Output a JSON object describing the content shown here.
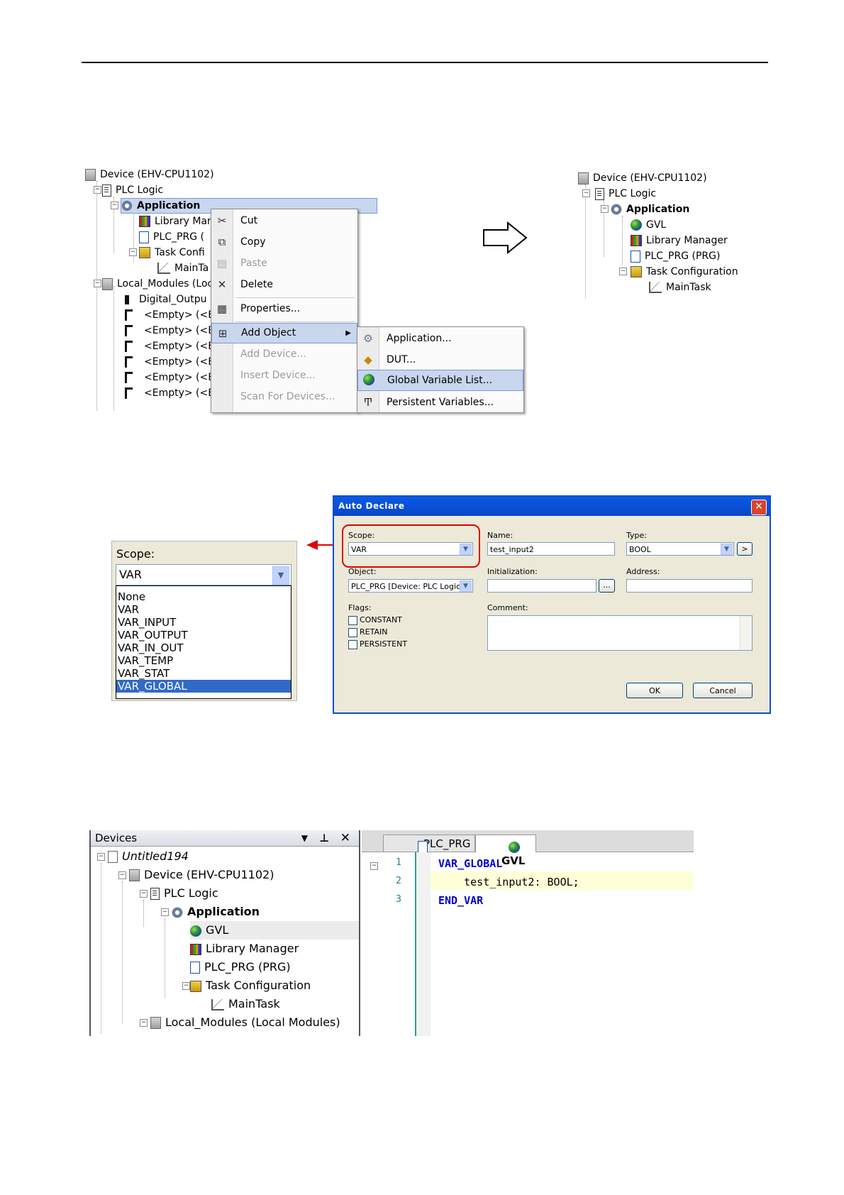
{
  "tree1": {
    "device": "Device (EHV-CPU1102)",
    "plc_logic": "PLC Logic",
    "application": "Application",
    "library": "Library Mar",
    "plc_prg": "PLC_PRG (",
    "task": "Task Confi",
    "maintask": "MainTa",
    "local": "Local_Modules (Loc",
    "digital": "Digital_Outpu",
    "empty": [
      "<Empty> (<E",
      "<Empty> (<E",
      "<Empty> (<E",
      "<Empty> (<E",
      "<Empty> (<E",
      "<Empty> (<E"
    ]
  },
  "context_menu": [
    {
      "label": "Cut",
      "icon": "scissors-icon",
      "enabled": true
    },
    {
      "label": "Copy",
      "icon": "copy-icon",
      "enabled": true
    },
    {
      "label": "Paste",
      "icon": "paste-icon",
      "enabled": false
    },
    {
      "label": "Delete",
      "icon": "delete-icon",
      "enabled": true
    },
    {
      "label": "Properties...",
      "icon": "properties-icon",
      "enabled": true
    },
    {
      "label": "Add Object",
      "icon": "add-object-icon",
      "enabled": true
    },
    {
      "label": "Add Device...",
      "enabled": false
    },
    {
      "label": "Insert Device...",
      "enabled": false
    },
    {
      "label": "Scan For Devices...",
      "enabled": false
    }
  ],
  "submenu": [
    {
      "label": "Application...",
      "icon": "gear-icon"
    },
    {
      "label": "DUT...",
      "icon": "dut-icon"
    },
    {
      "label": "Global Variable List...",
      "icon": "globe-icon"
    },
    {
      "label": "Persistent Variables...",
      "icon": "persistent-icon"
    }
  ],
  "tree_result": {
    "device": "Device (EHV-CPU1102)",
    "plc_logic": "PLC Logic",
    "application": "Application",
    "gvl": "GVL",
    "library": "Library Manager",
    "plc_prg": "PLC_PRG (PRG)",
    "task": "Task Configuration",
    "maintask": "MainTask"
  },
  "scope_panel": {
    "label": "Scope:",
    "value": "VAR",
    "options": [
      "None",
      "VAR",
      "VAR_INPUT",
      "VAR_OUTPUT",
      "VAR_IN_OUT",
      "VAR_TEMP",
      "VAR_STAT",
      "VAR_GLOBAL"
    ],
    "selected": "VAR_GLOBAL"
  },
  "dialog": {
    "title": "Auto Declare",
    "scope_label": "Scope:",
    "scope_value": "VAR",
    "name_label": "Name:",
    "name_value": "test_input2",
    "type_label": "Type:",
    "type_value": "BOOL",
    "type_button": ">",
    "object_label": "Object:",
    "object_value": "PLC_PRG [Device: PLC Logic: A",
    "init_label": "Initialization:",
    "init_button": "...",
    "address_label": "Address:",
    "flags_label": "Flags:",
    "flags": [
      "CONSTANT",
      "RETAIN",
      "PERSISTENT"
    ],
    "comment_label": "Comment:",
    "ok": "OK",
    "cancel": "Cancel"
  },
  "devices_pane": {
    "title": "Devices",
    "project": "Untitled194",
    "device": "Device (EHV-CPU1102)",
    "plc_logic": "PLC Logic",
    "application": "Application",
    "gvl": "GVL",
    "library": "Library Manager",
    "plc_prg": "PLC_PRG (PRG)",
    "task": "Task Configuration",
    "maintask": "MainTask",
    "local": "Local_Modules (Local Modules)"
  },
  "editor": {
    "tabs": [
      "PLC_PRG",
      "GVL"
    ],
    "active_tab": "GVL",
    "lines": [
      {
        "num": "1",
        "text": "VAR_GLOBAL"
      },
      {
        "num": "2",
        "text": "    test_input2: BOOL;"
      },
      {
        "num": "3",
        "text": "END_VAR"
      }
    ]
  }
}
